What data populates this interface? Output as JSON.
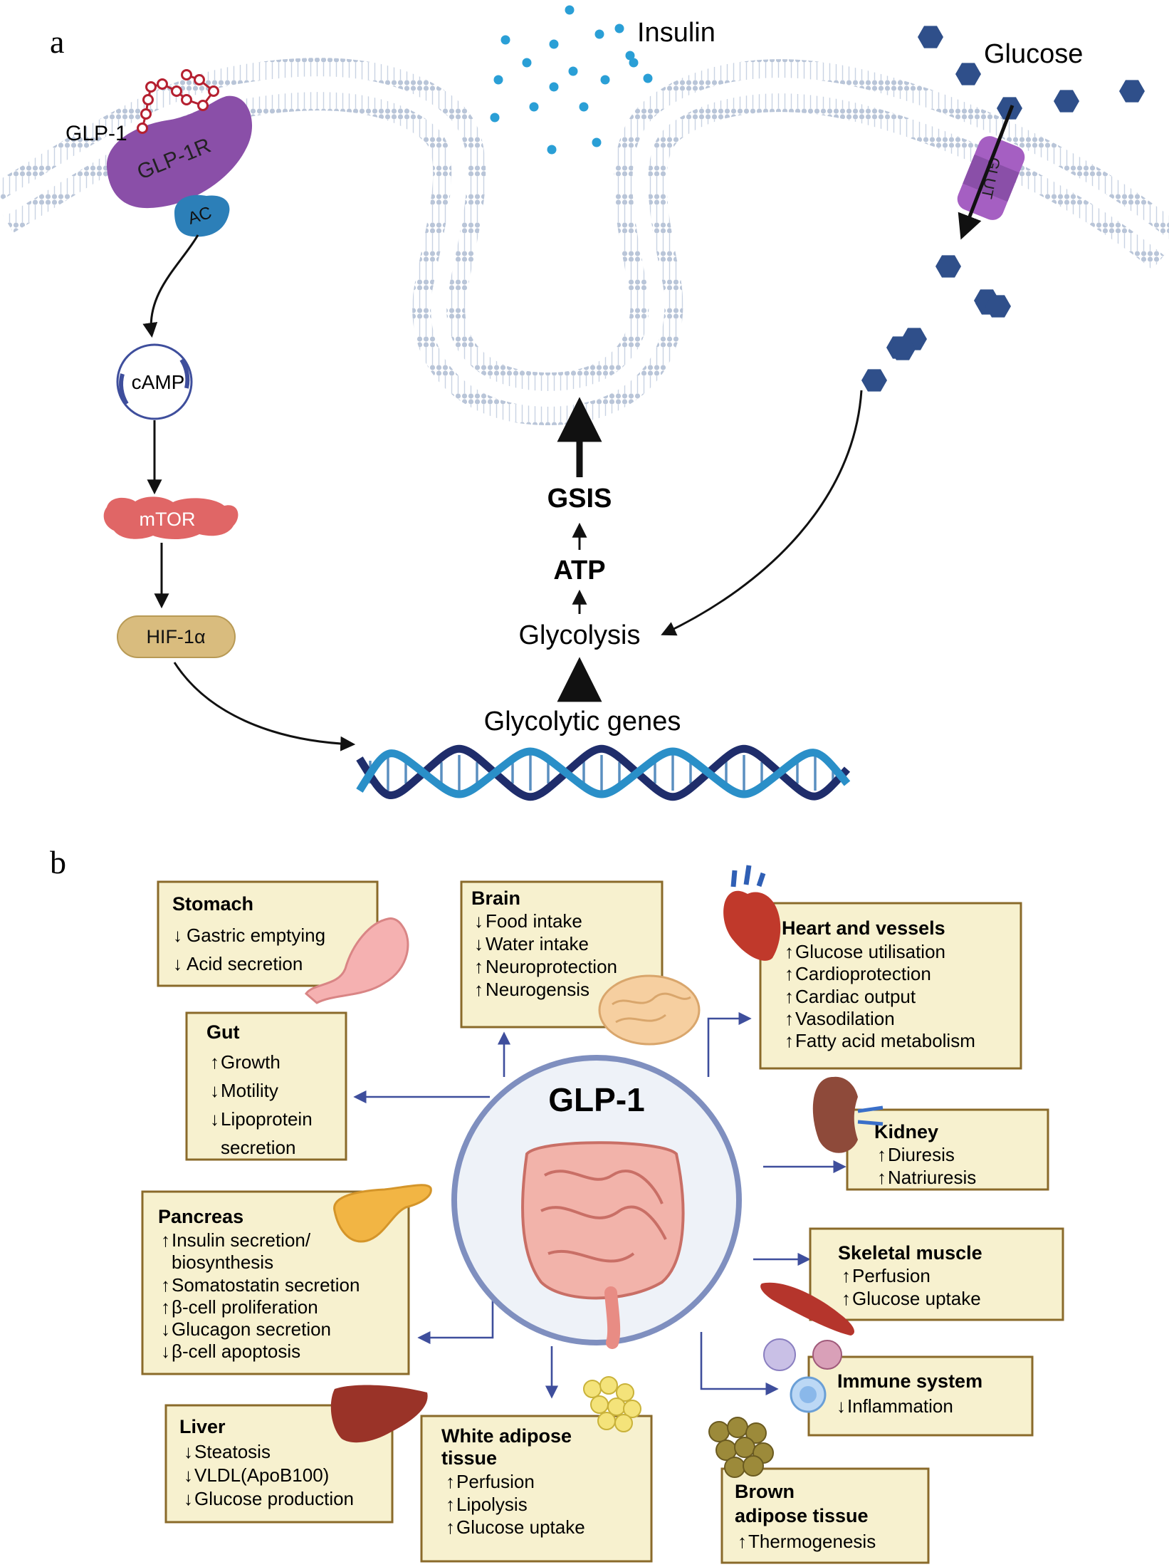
{
  "panel_a": {
    "letter": "a",
    "labels": {
      "insulin": "Insulin",
      "glucose": "Glucose",
      "glp1": "GLP-1",
      "glp1r": "GLP-1R",
      "ac": "AC",
      "glut": "GLUT",
      "camp": "cAMP",
      "mtor": "mTOR",
      "hif": "HIF-1α",
      "gsis": "GSIS",
      "atp": "ATP",
      "glycolysis": "Glycolysis",
      "genes": "Glycolytic genes"
    },
    "colors": {
      "membrane": "#c9d3e3",
      "glucose": "#2f4f8a",
      "insulin": "#2a9fd6",
      "receptor": "#8a4fa8",
      "ac": "#2c7fb8",
      "mtor": "#e06666",
      "hif": "#d9bc7e"
    }
  },
  "panel_b": {
    "letter": "b",
    "center": {
      "title": "GLP-1"
    },
    "organs": [
      {
        "key": "stomach",
        "title": "Stomach",
        "items": [
          {
            "dir": "down",
            "text": "Gastric emptying"
          },
          {
            "dir": "down",
            "text": "Acid secretion"
          }
        ]
      },
      {
        "key": "gut",
        "title": "Gut",
        "items": [
          {
            "dir": "up",
            "text": "Growth"
          },
          {
            "dir": "down",
            "text": "Motility"
          },
          {
            "dir": "down",
            "text": "Lipoprotein"
          },
          {
            "dir": "",
            "text": "secretion"
          }
        ]
      },
      {
        "key": "brain",
        "title": "Brain",
        "items": [
          {
            "dir": "down",
            "text": "Food intake"
          },
          {
            "dir": "down",
            "text": "Water intake"
          },
          {
            "dir": "up",
            "text": "Neuroprotection"
          },
          {
            "dir": "up",
            "text": "Neurogensis"
          }
        ]
      },
      {
        "key": "heart",
        "title": "Heart and vessels",
        "items": [
          {
            "dir": "up",
            "text": "Glucose utilisation"
          },
          {
            "dir": "up",
            "text": "Cardioprotection"
          },
          {
            "dir": "up",
            "text": "Cardiac output"
          },
          {
            "dir": "up",
            "text": "Vasodilation"
          },
          {
            "dir": "up",
            "text": "Fatty acid metabolism"
          }
        ]
      },
      {
        "key": "kidney",
        "title": "Kidney",
        "items": [
          {
            "dir": "up",
            "text": "Diuresis"
          },
          {
            "dir": "up",
            "text": "Natriuresis"
          }
        ]
      },
      {
        "key": "pancreas",
        "title": "Pancreas",
        "items": [
          {
            "dir": "up",
            "text": "Insulin secretion/"
          },
          {
            "dir": "",
            "text": "biosynthesis"
          },
          {
            "dir": "up",
            "text": "Somatostatin secretion"
          },
          {
            "dir": "up",
            "text": "β-cell proliferation"
          },
          {
            "dir": "down",
            "text": "Glucagon secretion"
          },
          {
            "dir": "down",
            "text": "β-cell apoptosis"
          }
        ]
      },
      {
        "key": "muscle",
        "title": "Skeletal muscle",
        "items": [
          {
            "dir": "up",
            "text": "Perfusion"
          },
          {
            "dir": "up",
            "text": "Glucose uptake"
          }
        ]
      },
      {
        "key": "immune",
        "title": "Immune system",
        "items": [
          {
            "dir": "down",
            "text": "Inflammation"
          }
        ]
      },
      {
        "key": "liver",
        "title": "Liver",
        "items": [
          {
            "dir": "down",
            "text": "Steatosis"
          },
          {
            "dir": "down",
            "text": "VLDL(ApoB100)"
          },
          {
            "dir": "down",
            "text": "Glucose production"
          }
        ]
      },
      {
        "key": "wat",
        "title": "White adipose",
        "title2": "tissue",
        "items": [
          {
            "dir": "up",
            "text": "Perfusion"
          },
          {
            "dir": "up",
            "text": "Lipolysis"
          },
          {
            "dir": "up",
            "text": "Glucose uptake"
          }
        ]
      },
      {
        "key": "bat",
        "title": "Brown",
        "title2": "adipose tissue",
        "items": [
          {
            "dir": "up",
            "text": "Thermogenesis"
          }
        ]
      }
    ],
    "colors": {
      "box_fill": "#f7f1cf",
      "box_border": "#8a6a2a",
      "connector": "#3e4e9c",
      "circle": "#7f8fbf"
    }
  }
}
